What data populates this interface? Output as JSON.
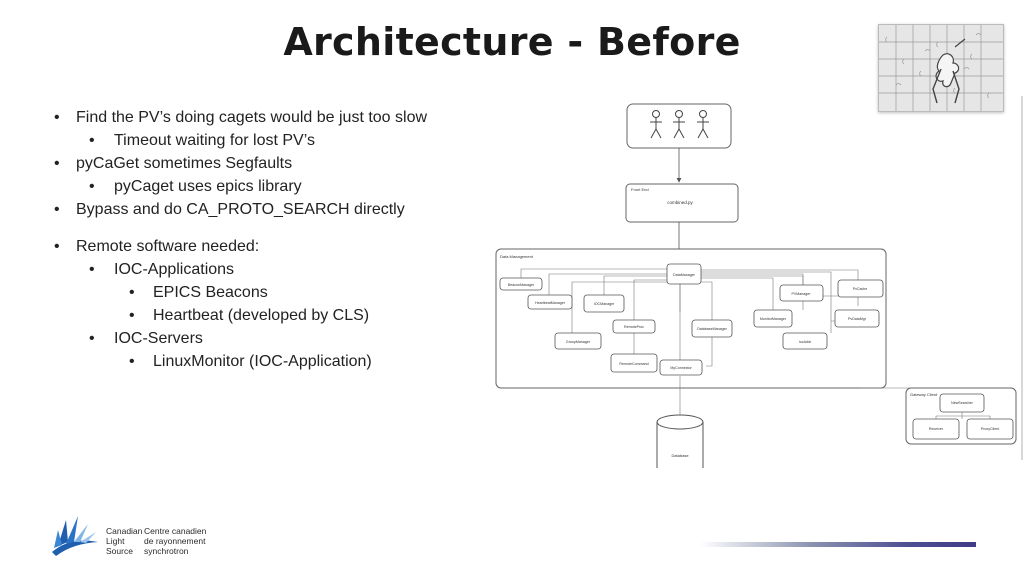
{
  "slide": {
    "title": "Architecture - Before"
  },
  "bullets": [
    {
      "level": 0,
      "text": "Find the PV’s doing cagets would be just too slow"
    },
    {
      "level": 1,
      "text": "Timeout waiting for lost PV’s"
    },
    {
      "level": 0,
      "text": " pyCaGet sometimes Segfaults"
    },
    {
      "level": 1,
      "text": "pyCaget uses epics library"
    },
    {
      "level": 0,
      "text": "Bypass and do CA_PROTO_SEARCH directly"
    },
    {
      "level": 0,
      "text": "Remote software needed:"
    },
    {
      "level": 1,
      "text": "IOC-Applications"
    },
    {
      "level": 2,
      "text": "EPICS Beacons"
    },
    {
      "level": 2,
      "text": "Heartbeat (developed by CLS)"
    },
    {
      "level": 1,
      "text": "IOC-Servers"
    },
    {
      "level": 2,
      "text": "LinuxMonitor (IOC-Application)"
    }
  ],
  "diagram": {
    "frontend_label": "Front End",
    "frontend_component": "combined.py",
    "data_management_label": "Data Management",
    "components": {
      "data_manager": "DataManager",
      "beacon_manager": "BeaconManager",
      "heartbeat_manager": "HeartbeatManager",
      "ioc_manager": "IOCManager",
      "remote_proc": "RemoteProc",
      "database_manager": "DatabaseManager",
      "group_manager": "GroupManager",
      "remote_command": "RemoteCommand",
      "my_connector": "MyConnector",
      "monitor_manager": "MonitorManager",
      "pv_manager": "PVManager",
      "pv_cache": "PvCache",
      "pv_datastore": "PvDataMgr",
      "ioc_addr": "IocAddr"
    },
    "gateway_label": "Gateway Client",
    "gateway_components": {
      "new_searcher": "NewSearcher",
      "receiver": "Receiver",
      "proxy_client": "ProxyClient"
    },
    "database_label": "Database"
  },
  "logo": {
    "en_line1": "Canadian",
    "en_line2": "Light",
    "en_line3": "Source",
    "fr_line1": "Centre canadien",
    "fr_line2": "de rayonnement",
    "fr_line3": "synchrotron"
  },
  "colors": {
    "accent_bar": "#413a86",
    "logo_blue": "#1f5fae",
    "logo_light": "#7fb4e6"
  }
}
